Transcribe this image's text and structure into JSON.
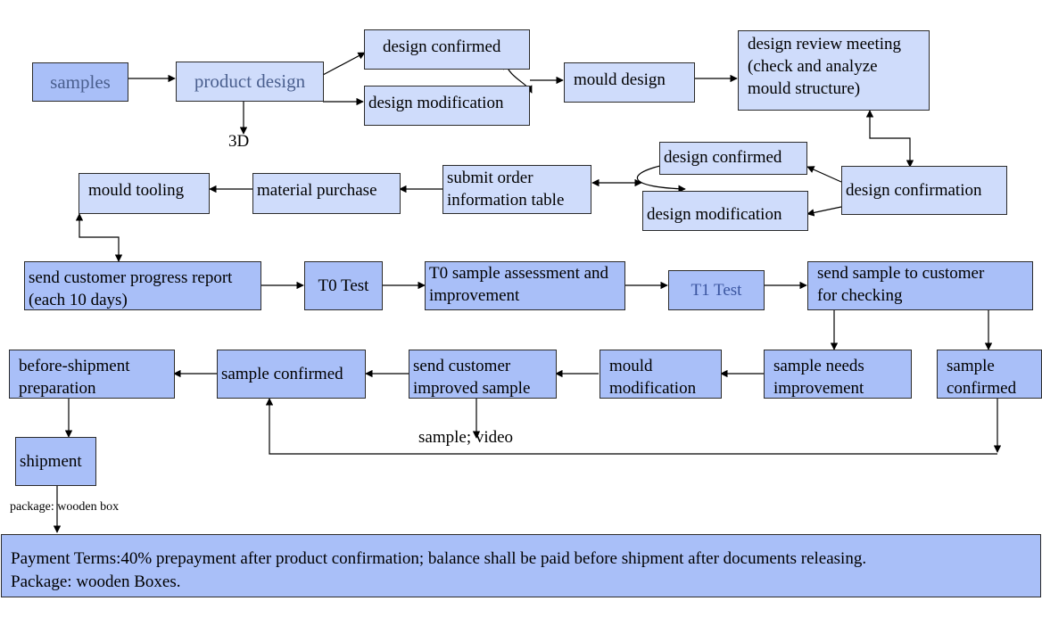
{
  "nodes": {
    "samples": "samples",
    "product_design": "product design",
    "design_confirmed_1": "design confirmed",
    "design_modification_1": "design modification",
    "mould_design": "mould design",
    "design_review_meeting": "design review meeting\n(check and analyze\nmould structure)",
    "design_confirmed_2": "design confirmed",
    "design_confirmation": "design confirmation",
    "design_modification_2": "design modification",
    "submit_order": "submit order\ninformation table",
    "material_purchase": "material purchase",
    "mould_tooling": "mould tooling",
    "send_progress_report": "send customer progress report\n(each 10 days)",
    "t0_test": "T0 Test",
    "t0_sample_assessment": "T0 sample assessment and\nimprovement",
    "t1_test": "T1 Test",
    "send_sample_checking": "send sample to customer\nfor checking",
    "sample_needs_improvement": "sample needs\nimprovement",
    "sample_confirmed_right": "sample\nconfirmed",
    "mould_modification": "mould\nmodification",
    "send_improved_sample": "send customer\nimproved sample",
    "sample_confirmed": "sample confirmed",
    "before_shipment": "before-shipment\npreparation",
    "shipment": "shipment"
  },
  "notes": {
    "three_d": "3D",
    "sample_video": "sample; video",
    "package_wooden_box": "package: wooden box"
  },
  "footer": {
    "payment_terms": "Payment Terms:40% prepayment after product confirmation; balance shall be paid before shipment after documents releasing.",
    "package": "Package: wooden Boxes."
  },
  "colors": {
    "light_fill": "#cfdcfb",
    "mid_fill": "#a9bff8",
    "muted_text": "#4a5f8e",
    "stroke": "#000000"
  }
}
